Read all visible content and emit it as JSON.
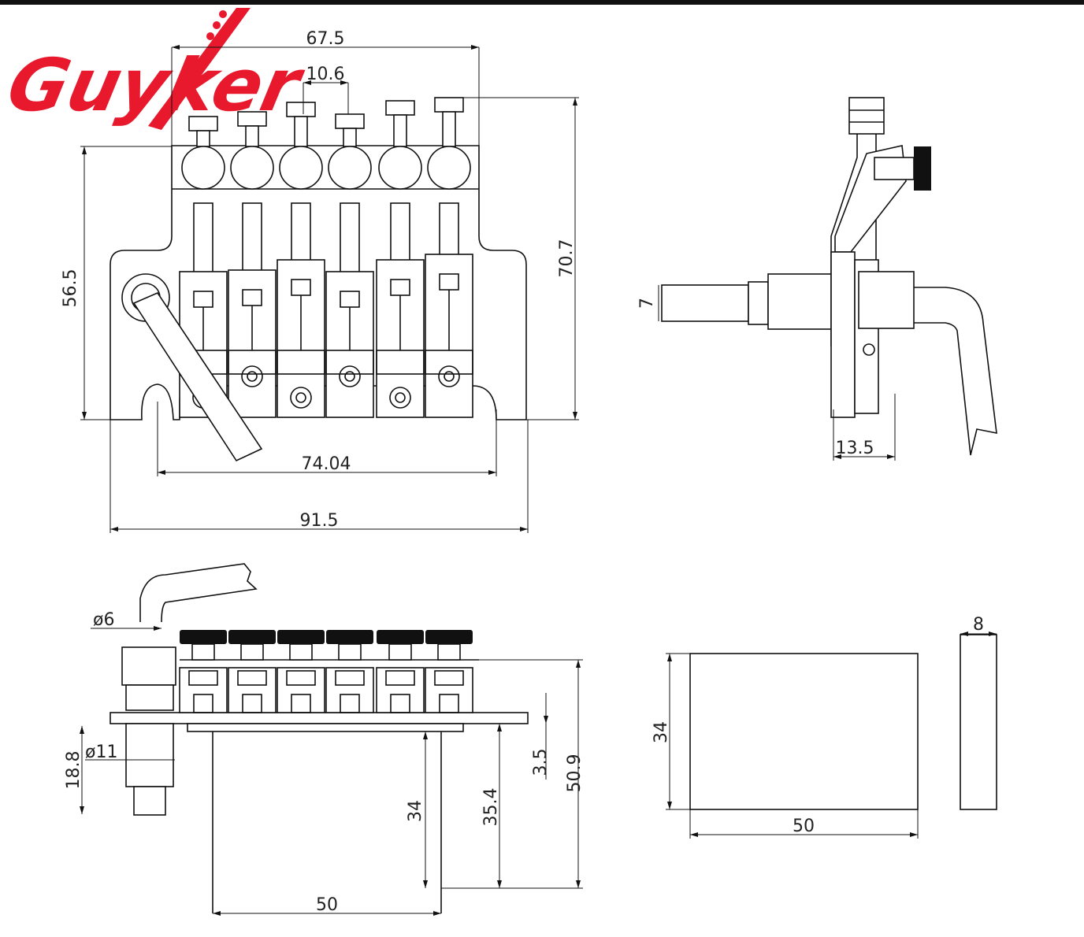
{
  "brand": {
    "logo_text": "Guyker",
    "color": "#e8192c"
  },
  "top_view": {
    "width_block": "67.5",
    "string_spacing": "10.6",
    "height_plate": "56.5",
    "height_total": "70.7",
    "stud_spacing": "74.04",
    "width_total": "91.5"
  },
  "side_view": {
    "arm_height": "7",
    "depth": "13.5"
  },
  "front_view": {
    "arm_diameter": "ø6",
    "collar_diameter": "ø11",
    "collar_height": "18.8",
    "block_height": "34",
    "block_plus": "35.4",
    "plate_thickness": "3.5",
    "total_height": "50.9",
    "block_width": "50"
  },
  "block_view": {
    "height": "34",
    "width": "50",
    "thickness": "8"
  }
}
